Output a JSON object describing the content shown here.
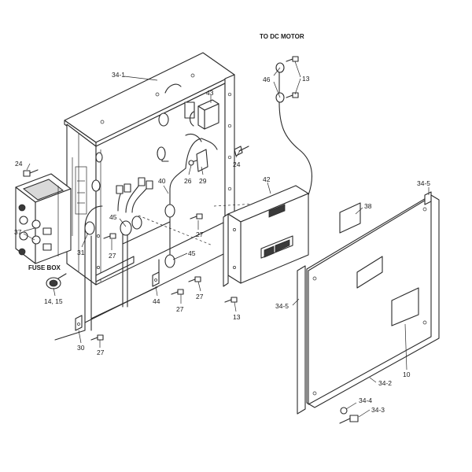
{
  "diagram": {
    "labels": {
      "to_dc_motor": "TO DC MOTOR",
      "fuse_box": "FUSE BOX",
      "p34_1": "34-1",
      "p43": "43",
      "p46": "46",
      "p13_top": "13",
      "p24_left": "24",
      "p24_right": "24",
      "p26": "26",
      "p29": "29",
      "p40": "40",
      "p42": "42",
      "p34_5_top": "34-5",
      "p38": "38",
      "p37": "37",
      "p45_a": "45",
      "p45_b": "45",
      "p27_a": "27",
      "p27_b": "27",
      "p27_c": "27",
      "p27_d": "27",
      "p27_e": "27",
      "p31": "31",
      "p14_15": "14, 15",
      "p44": "44",
      "p13_bottom": "13",
      "p34_5_left": "34-5",
      "p30": "30",
      "p10": "10",
      "p34_2": "34-2",
      "p34_4": "34-4",
      "p34_3": "34-3"
    }
  }
}
